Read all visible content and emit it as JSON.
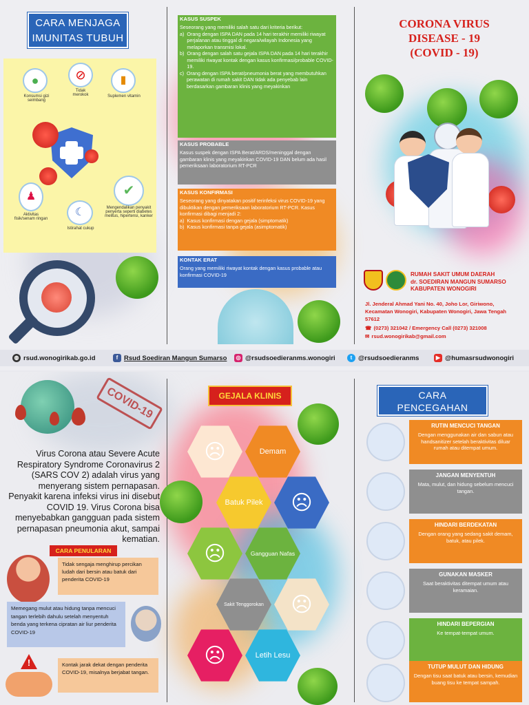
{
  "panel1": {
    "title_line1": "CARA MENJAGA",
    "title_line2": "IMUNITAS TUBUH",
    "items": [
      {
        "label": "Konsumsi gizi seimbang",
        "icon": "salad-bowl-icon"
      },
      {
        "label": "Tidak merokok",
        "icon": "no-smoking-icon"
      },
      {
        "label": "Suplemen vitamin",
        "icon": "vitamin-bottle-icon"
      },
      {
        "label": "Aktivitas fisik/senam ringan",
        "icon": "exercise-icon"
      },
      {
        "label": "Istirahat cukup",
        "icon": "sleep-icon"
      },
      {
        "label": "Mengendalikan penyakit penyerta seperti diabetes melitus, hipertensi, kanker",
        "icon": "checklist-icon"
      }
    ]
  },
  "panel2": {
    "suspek_title": "KASUS SUSPEK",
    "suspek_intro": "Seseorang yang memiliki salah satu dari kriteria berikut:",
    "suspek_items": [
      {
        "marker": "a)",
        "text": "Orang dengan ISPA DAN pada 14 hari terakhir memiliki riwayat perjalanan atau tinggal di negara/wilayah Indonesia yang melaporkan transmisi lokal."
      },
      {
        "marker": "b)",
        "text": "Orang dengan salah satu gejala ISPA DAN pada 14 hari terakhir memiliki riwayat kontak dengan kasus konfirmasi/probable COVID-19."
      },
      {
        "marker": "c)",
        "text": "Orang dengan ISPA berat/pneumonia berat yang membutuhkan perawatan di rumah sakit DAN tidak ada penyebab lain berdasarkan gambaran klinis yang meyakinkan"
      }
    ],
    "probable_title": "KASUS PROBABLE",
    "probable_text": "Kasus suspek dengan ISPA Berat/ARDS/meninggal dengan gambaran klinis yang meyakinkan COVID-19 DAN belum ada hasil pemeriksaan laboratorium RT-PCR",
    "konfirmasi_title": "KASUS KONFIRMASI",
    "konfirmasi_text": "Seseorang yang dinyatakan positif terinfeksi virus COVID-19 yang dibuktikan dengan pemeriksaan laboratorium RT-PCR. Kasus konfirmasi dibagi menjadi 2:",
    "konfirmasi_items": [
      {
        "marker": "a)",
        "text": "Kasus konfirmasi dengan gejala (simptomatik)"
      },
      {
        "marker": "b)",
        "text": "Kasus konfirmasi tanpa gejala (asimptomatik)"
      }
    ],
    "kontak_title": "KONTAK ERAT",
    "kontak_text": "Orang yang memiliki riwayat kontak dengan kasus probable atau konfirmasi COVID-19"
  },
  "panel3": {
    "title_line1": "CORONA VIRUS",
    "title_line2": "DISEASE - 19",
    "title_line3": "(COVID - 19)",
    "hospital_line1": "RUMAH SAKIT UMUM DAERAH",
    "hospital_line2": "dr. SOEDIRAN MANGUN SUMARSO",
    "hospital_line3": "KABUPATEN WONOGIRI",
    "address": "Jl. Jenderal Ahmad Yani No. 40, Joho Lor, Giriwono, Kecamatan Wonogiri, Kabupaten Wonogiri, Jawa Tengah 57612",
    "phone": "(0273) 321042 / Emergency Call (0273) 321008",
    "email": "rsud.wonogirikab@gmail.com"
  },
  "social": {
    "web": "rsud.wonogirikab.go.id",
    "facebook": "Rsud Soediran Mangun Sumarso",
    "instagram": "@rsudsoedieranms.wonogiri",
    "twitter": "@rsudsoedieranms",
    "youtube": "@humasrsudwonogiri"
  },
  "panel4": {
    "stamp": "COVID-19",
    "description": "Virus Corona atau Severe Acute Respiratory Syndrome Coronavirus 2 (SARS COV 2) adalah virus yang menyerang sistem pernapasan. Penyakit karena infeksi virus ini disebut COVID 19. Virus Corona bisa menyebabkan gangguan pada sistem pernapasan pneumonia akut, sampai kematian.",
    "penularan_title": "CARA PENULARAN",
    "penularan_1": "Tidak sengaja menghirup percikan ludah dari bersin atau batuk dari penderita COVID-19",
    "penularan_2": "Memegang mulut atau hidung tanpa mencuci tangan terlebih dahulu setelah menyentuh benda yang terkena cipratan air liur penderita COVID-19",
    "penularan_3": "Kontak jarak dekat dengan penderita COVID-19, misalnya berjabat tangan."
  },
  "panel5": {
    "title": "GEJALA KLINIS",
    "symptoms": [
      "Demam",
      "Batuk Pilek",
      "Gangguan Nafas",
      "Sakit Tenggorokan",
      "Letih Lesu"
    ]
  },
  "panel6": {
    "title_line1": "CARA",
    "title_line2": "PENCEGAHAN",
    "items": [
      {
        "title": "RUTIN MENCUCI TANGAN",
        "text": "Dengan menggunakan air dan sabun atau handsanitizer setelah beraktivitas diluar rumah atau ditempat umum.",
        "color": "#f08a24",
        "icon": "hand-wash-icon"
      },
      {
        "title": "JANGAN MENYENTUH",
        "text": "Mata, mulut, dan hidung sebelum mencuci tangan.",
        "color": "#8f8f8f",
        "icon": "no-touch-face-icon"
      },
      {
        "title": "HINDARI BERDEKATAN",
        "text": "Dengan orang yang sedang sakit demam, batuk, atau pilek.",
        "color": "#f08a24",
        "icon": "distance-icon"
      },
      {
        "title": "GUNAKAN MASKER",
        "text": "Saat beraktivitas ditempat umum atau keramaian.",
        "color": "#8f8f8f",
        "icon": "mask-icon"
      },
      {
        "title": "HINDARI BEPERGIAN",
        "text": "Ke tempat-tempat umum.",
        "color": "#6cb33f",
        "icon": "crowd-icon"
      },
      {
        "title": "TUTUP MULUT DAN HIDUNG",
        "text": "Dengan tisu saat batuk atau bersin, kemudian buang tisu ke tempat sampah.",
        "color": "#f08a24",
        "icon": "sneeze-tissue-icon"
      }
    ]
  },
  "colors": {
    "blue": "#2a65b8",
    "green": "#6cb33f",
    "gray": "#8f8f8f",
    "orange": "#f08a24",
    "red": "#d6211c",
    "navy": "#3a6bc4"
  }
}
